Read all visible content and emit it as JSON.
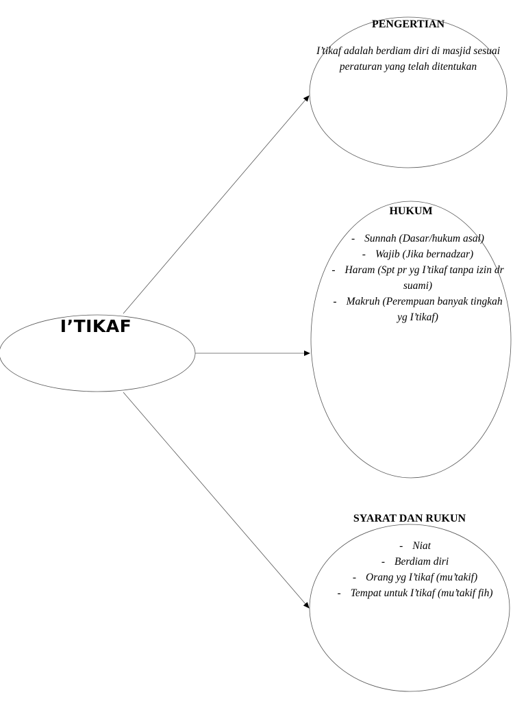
{
  "center": {
    "label": "I’TIKAF"
  },
  "nodes": [
    {
      "title": "PENGERTIAN",
      "text": "I’tikaf adalah berdiam diri di masjid sesuai peraturan yang telah ditentukan"
    },
    {
      "title": "HUKUM",
      "items": [
        "Sunnah (Dasar/hukum asal)",
        "Wajib (Jika bernadzar)",
        "Haram (Spt pr yg I’tikaf tanpa izin dr suami)",
        "Makruh (Perempuan banyak tingkah yg I’tikaf)"
      ]
    },
    {
      "title": "SYARAT DAN RUKUN",
      "items": [
        "Niat",
        "Berdiam diri",
        "Orang yg I’tikaf (mu’takif)",
        "Tempat untuk I’tikaf (mu’takif fih)"
      ]
    }
  ],
  "colors": {
    "stroke": "#555555",
    "text": "#000000"
  }
}
